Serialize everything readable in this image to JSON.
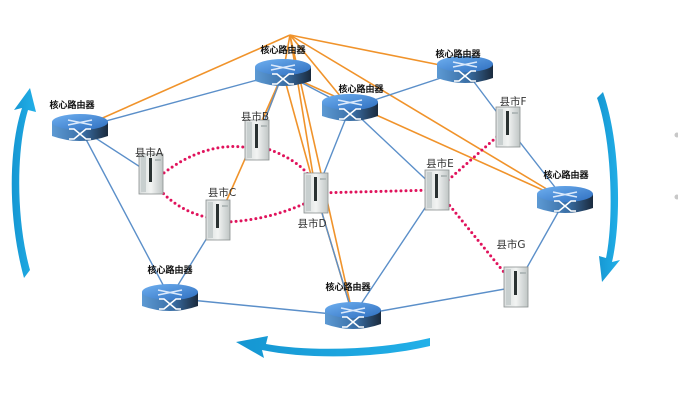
{
  "diagram": {
    "type": "network-topology",
    "colors": {
      "core_link": "#f0932b",
      "access_link": "#5b8fc9",
      "ring_link": "#e0135c",
      "arrow": "#1aa3dc",
      "router_top": "#4b8fd6",
      "router_body": "#2d5f93"
    },
    "routers": [
      {
        "id": "R1",
        "label": "核心路由器"
      },
      {
        "id": "R2",
        "label": "核心路由器"
      },
      {
        "id": "R3",
        "label": "核心路由器"
      },
      {
        "id": "R4",
        "label": "核心路由器"
      },
      {
        "id": "R5",
        "label": "核心路由器"
      },
      {
        "id": "R6",
        "label": "核心路由器"
      },
      {
        "id": "R7",
        "label": "核心路由器"
      }
    ],
    "cities": [
      {
        "id": "A",
        "label": "县市A"
      },
      {
        "id": "B",
        "label": "县市B"
      },
      {
        "id": "C",
        "label": "县市C"
      },
      {
        "id": "D",
        "label": "县市D"
      },
      {
        "id": "E",
        "label": "县市E"
      },
      {
        "id": "F",
        "label": "县市F"
      },
      {
        "id": "G",
        "label": "县市G"
      }
    ],
    "links": {
      "core_mesh_from_hub": [
        "R1",
        "R2",
        "R3",
        "R4",
        "R5",
        "D",
        "R7"
      ],
      "core_orange": [
        [
          "R2",
          "B"
        ],
        [
          "R2",
          "D"
        ],
        [
          "R2",
          "C"
        ],
        [
          "D",
          "R7"
        ],
        [
          "R2",
          "R5"
        ]
      ],
      "access_blue": [
        [
          "R1",
          "R2"
        ],
        [
          "R1",
          "A"
        ],
        [
          "R1",
          "R6"
        ],
        [
          "R2",
          "R3"
        ],
        [
          "R3",
          "R4"
        ],
        [
          "R3",
          "D"
        ],
        [
          "R3",
          "E"
        ],
        [
          "R4",
          "F"
        ],
        [
          "F",
          "R5"
        ],
        [
          "R5",
          "G"
        ],
        [
          "G",
          "R7"
        ],
        [
          "E",
          "R7"
        ],
        [
          "D",
          "R7"
        ],
        [
          "C",
          "R6"
        ],
        [
          "R6",
          "R7"
        ],
        [
          "B",
          "R2"
        ]
      ],
      "ring_dotted": [
        [
          "A",
          "B"
        ],
        [
          "B",
          "D"
        ],
        [
          "A",
          "C"
        ],
        [
          "C",
          "D"
        ],
        [
          "D",
          "E"
        ],
        [
          "E",
          "F"
        ],
        [
          "E",
          "G"
        ]
      ]
    },
    "arrows": [
      "left-up",
      "bottom-left",
      "right-down"
    ]
  }
}
